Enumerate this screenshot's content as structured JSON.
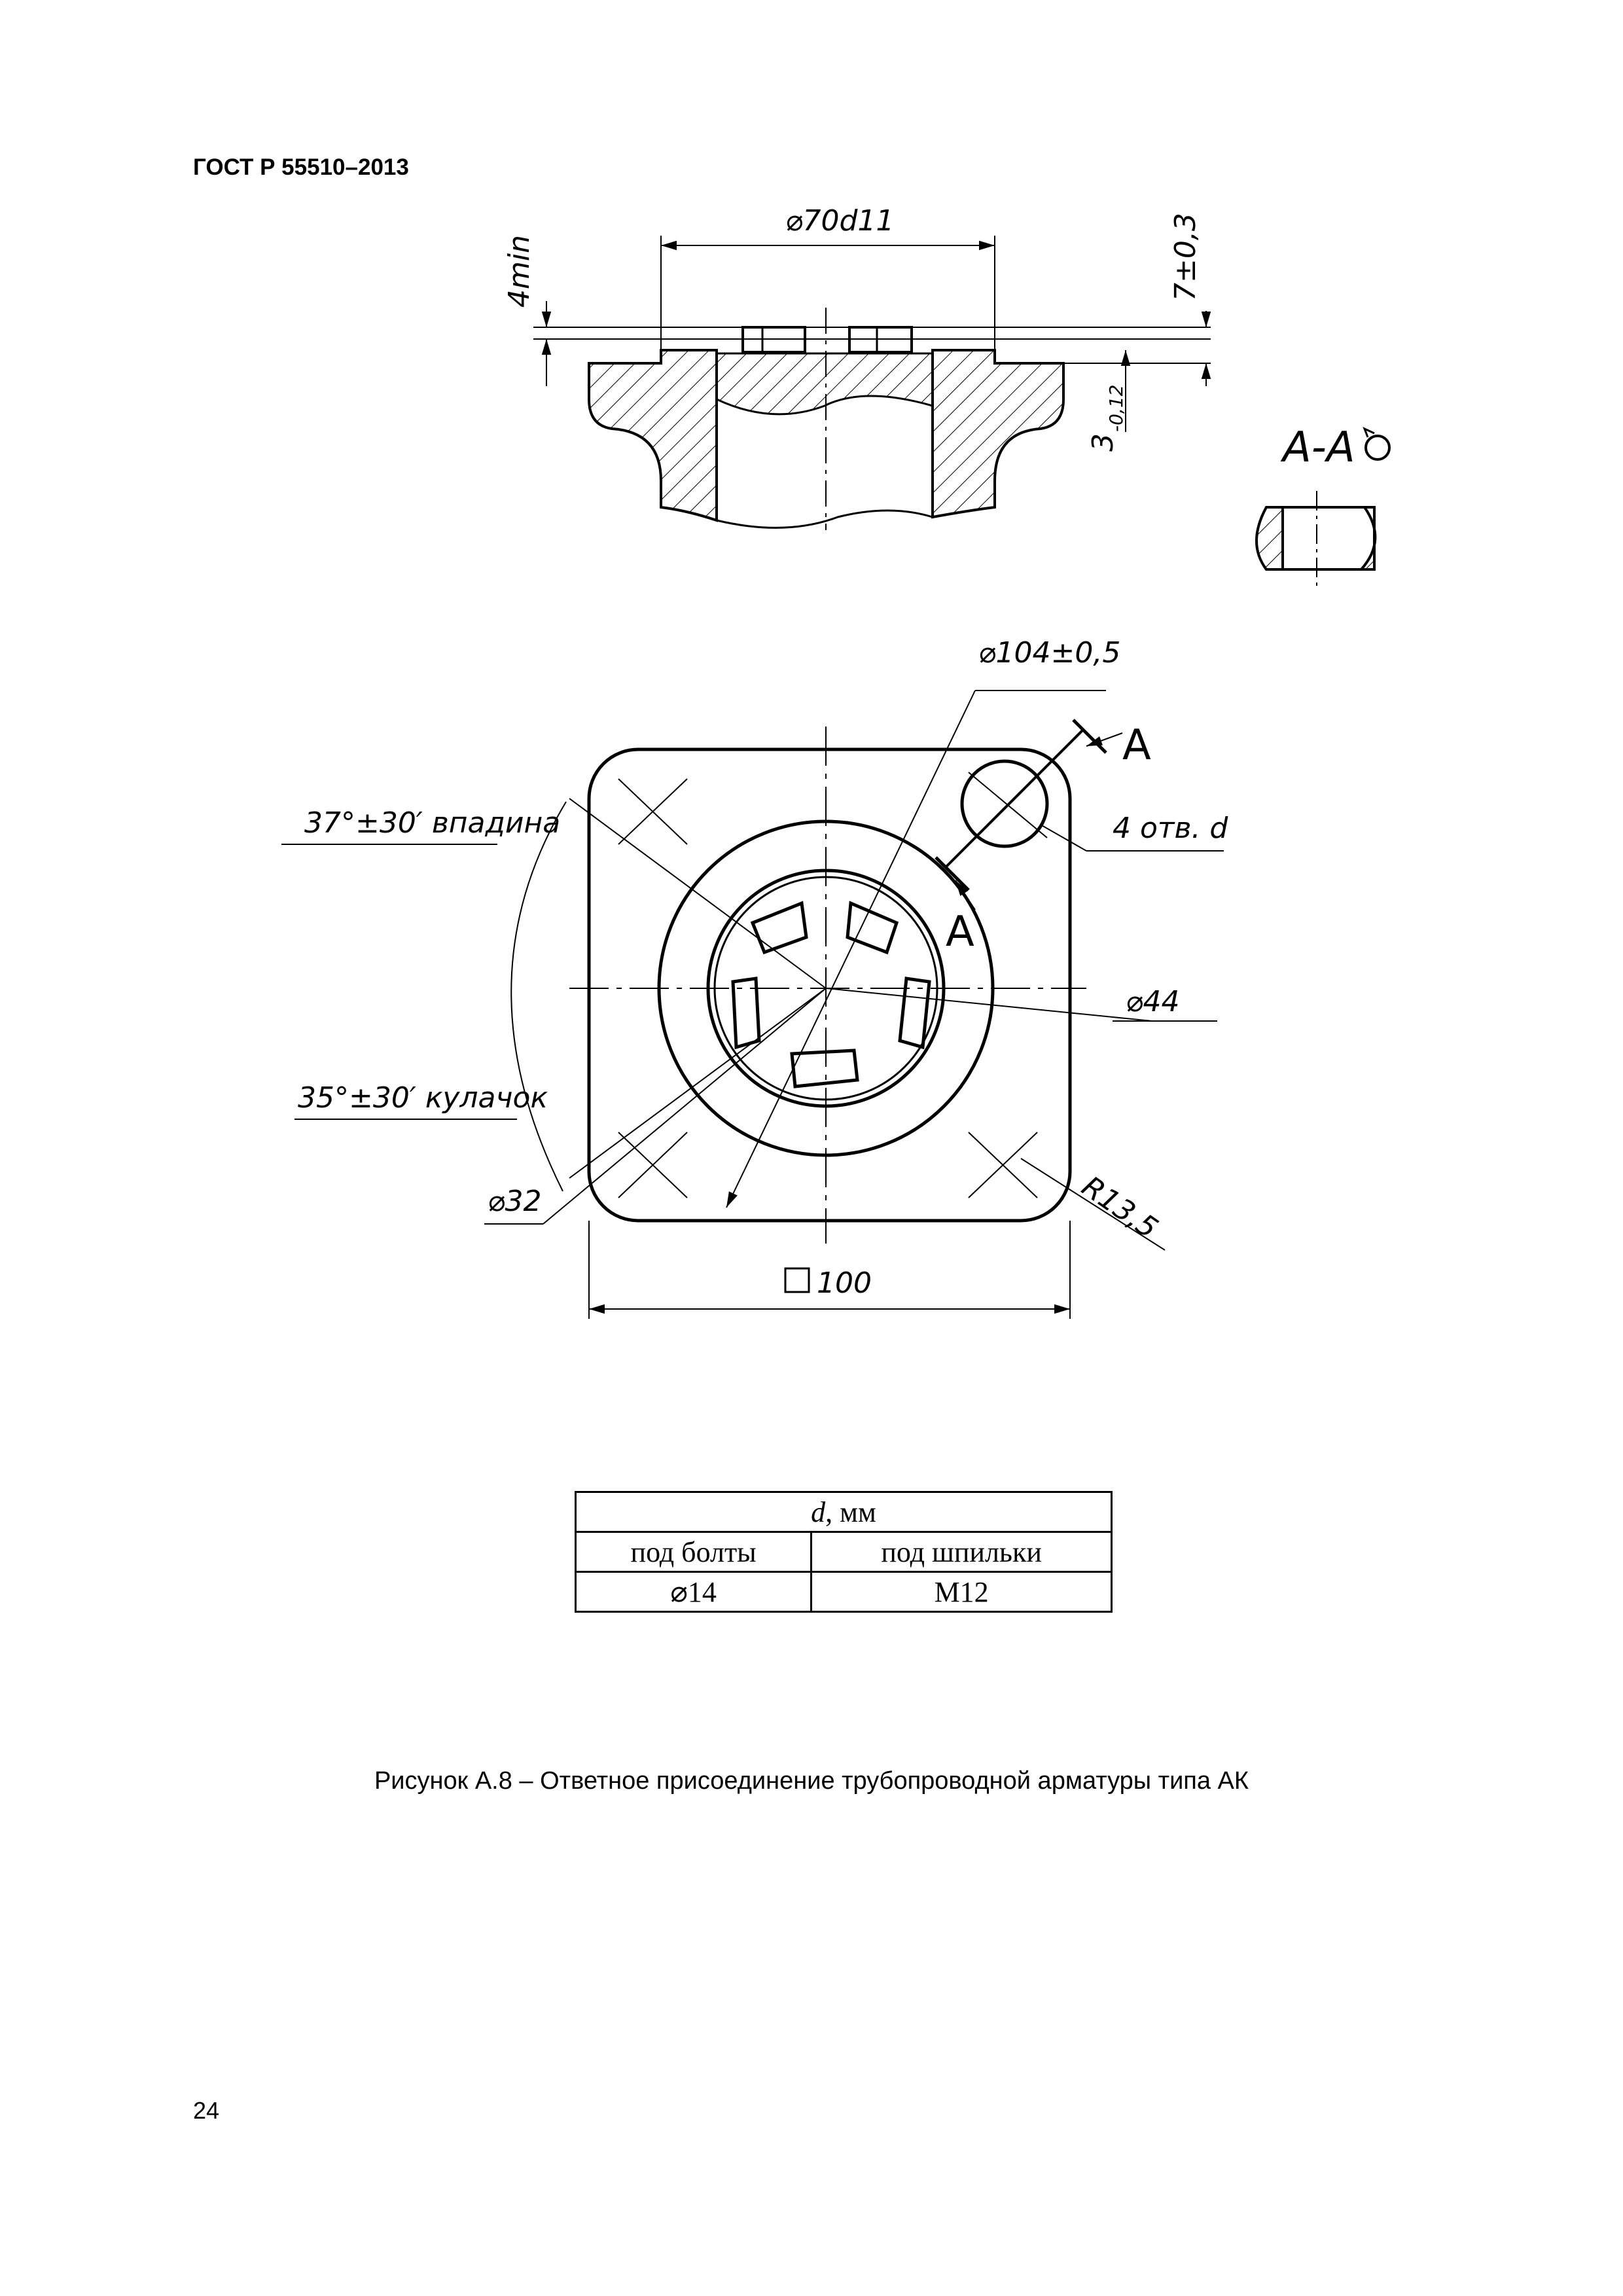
{
  "header": "ГОСТ Р 55510–2013",
  "drawing": {
    "dims": {
      "d70": "⌀70d11",
      "min4": "4min",
      "tol7": "7±0,3",
      "tol3": "3",
      "tol3sub": "-0,12",
      "section": "A-A",
      "d104": "⌀104±0,5",
      "letterA": "A",
      "holes": "4 отв. d",
      "angle37": "37°±30′ впадина",
      "angle35": "35°±30′ кулачок",
      "d44": "⌀44",
      "d32": "⌀32",
      "r135": "R13,5",
      "sq100": "100"
    }
  },
  "table": {
    "header_var": "d",
    "header_unit": ", мм",
    "columns": [
      "под болты",
      "под шпильки"
    ],
    "values": [
      "⌀14",
      "М12"
    ]
  },
  "caption": "Рисунок А.8 – Ответное присоединение трубопроводной арматуры типа АК",
  "page_number": "24"
}
